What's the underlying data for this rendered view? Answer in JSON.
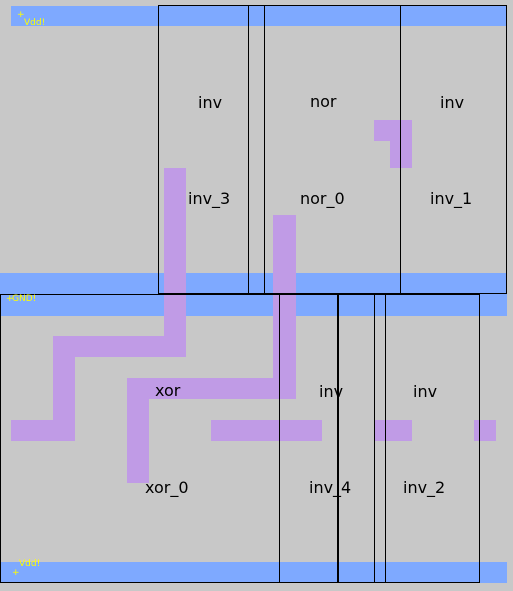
{
  "pins": {
    "vdd_top": "Vdd!",
    "gnd": "GND!",
    "vdd_bottom": "Vdd!",
    "marker": "+"
  },
  "cells": [
    {
      "type": "inv",
      "instance": "inv_3"
    },
    {
      "type": "nor",
      "instance": "nor_0"
    },
    {
      "type": "inv",
      "instance": "inv_1"
    },
    {
      "type": "xor",
      "instance": "xor_0"
    },
    {
      "type": "inv",
      "instance": "inv_4"
    },
    {
      "type": "inv",
      "instance": "inv_2"
    }
  ],
  "colors": {
    "background": "#c8c8c8",
    "rail": "#7ea9ff",
    "wire": "#c09be6",
    "pin_text": "#ffff00",
    "outline": "#000000"
  }
}
